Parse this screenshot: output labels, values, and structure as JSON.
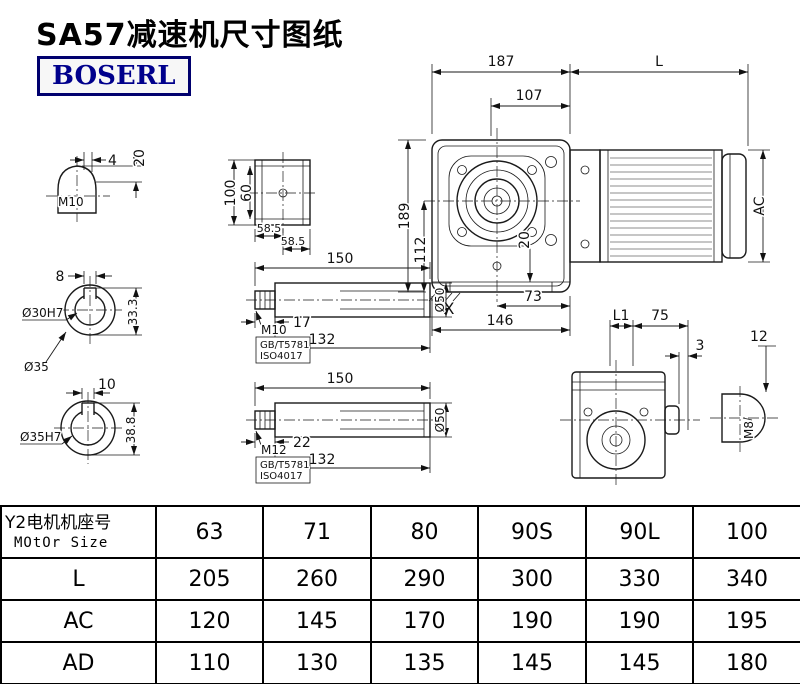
{
  "header": {
    "title": "SA57减速机尺寸图纸",
    "brand": "BOSERL"
  },
  "drawing": {
    "main_view": {
      "width_top": "187",
      "motor_len": "L",
      "flange_offset": "107",
      "height": "189",
      "axis_height": "112",
      "foot_height": "20",
      "bottom_span": "73",
      "base_width": "146",
      "motor_dia": "AC",
      "mount_face": "X"
    },
    "plug_view": {
      "thread": "M10",
      "flat": "4",
      "depth": "20"
    },
    "hub_view": {
      "height": "100",
      "inner": "60",
      "half_left": "58.5",
      "half_right": "58.5"
    },
    "bore30_view": {
      "keyway_w": "8",
      "bore": "Ø30H7",
      "key_depth": "33.3",
      "outer_dia": "Ø35"
    },
    "bore35_view": {
      "keyway_w": "10",
      "bore": "Ø35H7",
      "key_depth": "38.8"
    },
    "shaft30": {
      "length": "150",
      "thread": "M10",
      "std_a": "GB/T5781",
      "std_b": "ISO4017",
      "thread_depth": "17",
      "body_len": "132",
      "dia": "Ø50"
    },
    "shaft35": {
      "length": "150",
      "thread": "M12",
      "std_a": "GB/T5781",
      "std_b": "ISO4017",
      "thread_depth": "22",
      "body_len": "132",
      "dia": "Ø50"
    },
    "side_view": {
      "l1": "L1",
      "span": "75",
      "gap": "3"
    },
    "plug8_view": {
      "flat": "12",
      "thread": "M8"
    }
  },
  "table": {
    "motor_label_cn": "Y2电机机座号",
    "motor_label_en": "MOtOr Size",
    "sizes": [
      "63",
      "71",
      "80",
      "90S",
      "90L",
      "100"
    ],
    "rows": [
      {
        "label": "L",
        "values": [
          "205",
          "260",
          "290",
          "300",
          "330",
          "340"
        ]
      },
      {
        "label": "AC",
        "values": [
          "120",
          "145",
          "170",
          "190",
          "190",
          "195"
        ]
      },
      {
        "label": "AD",
        "values": [
          "110",
          "130",
          "135",
          "145",
          "145",
          "180"
        ]
      }
    ]
  }
}
